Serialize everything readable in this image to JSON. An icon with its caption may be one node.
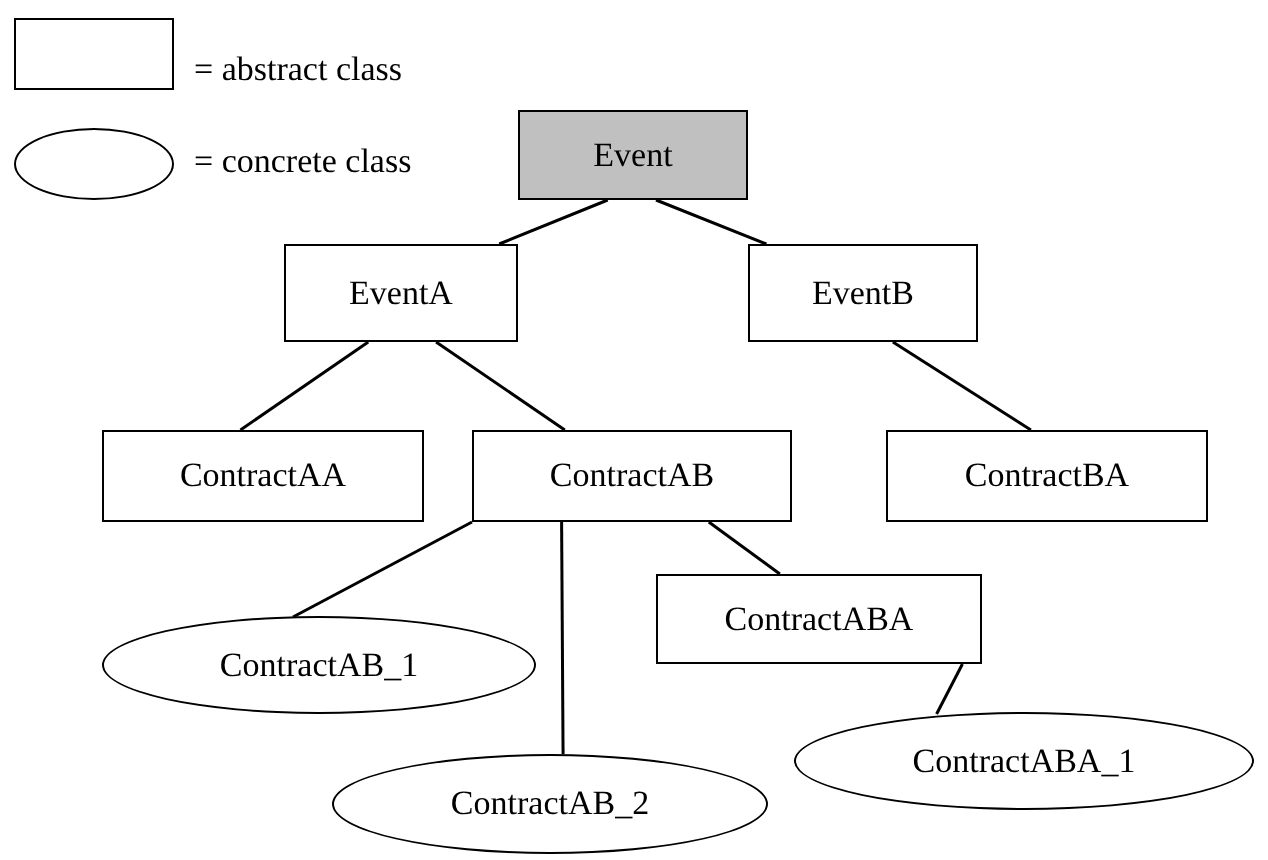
{
  "diagram": {
    "nodes": [
      {
        "text": [
          "Event"
        ]
      },
      {
        "text": [
          "EventA"
        ]
      },
      {
        "text": [
          "EventB"
        ]
      },
      {
        "text": [
          "ContractAA"
        ]
      },
      {
        "text": [
          "ContractAB"
        ]
      },
      {
        "text": [
          "ContractBA"
        ]
      },
      {
        "text": [
          "ContractABA"
        ]
      },
      {
        "text": [
          "ContractAB_1"
        ]
      },
      {
        "text": [
          "ContractAB_2"
        ]
      },
      {
        "text": [
          "ContractABA_1"
        ]
      }
    ],
    "edges": [
      {
        "from": 0,
        "to": 1,
        "arrow": "none"
      },
      {
        "from": 0,
        "to": 2,
        "arrow": "none"
      },
      {
        "from": 1,
        "to": 3,
        "arrow": "none"
      },
      {
        "from": 1,
        "to": 4,
        "arrow": "none"
      },
      {
        "from": 2,
        "to": 5,
        "arrow": "none"
      },
      {
        "from": 4,
        "to": 7,
        "arrow": "none"
      },
      {
        "from": 4,
        "to": 8,
        "arrow": "none"
      },
      {
        "from": 4,
        "to": 6,
        "arrow": "none"
      },
      {
        "from": 6,
        "to": 9,
        "arrow": "none"
      }
    ],
    "legend": [
      {
        "text": "= abstract class"
      },
      {
        "text": "= concrete class"
      }
    ]
  }
}
